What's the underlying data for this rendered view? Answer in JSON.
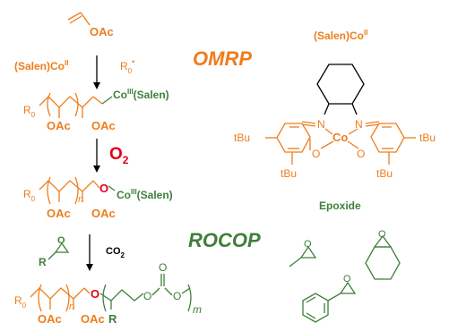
{
  "vinyl_acetate": {
    "label": "OAc"
  },
  "step1": {
    "catalyst": "(Salen)Co",
    "catalyst_ox": "II",
    "initiator": "R",
    "initiator_sub": "0",
    "initiator_sup": "•"
  },
  "omrp_label": "OMRP",
  "intermediate1": {
    "r0": "R",
    "r0_sub": "0",
    "oac_left": "OAc",
    "oac_right": "OAc",
    "co": "Co",
    "co_ox": "III",
    "co_ligand": "(Salen)"
  },
  "step2": {
    "reagent": "O",
    "reagent_sub": "2"
  },
  "intermediate2": {
    "r0": "R",
    "r0_sub": "0",
    "n": "n",
    "oac_left": "OAc",
    "oac_right": "OAc",
    "o": "O",
    "co": "Co",
    "co_ox": "III",
    "co_ligand": "(Salen)"
  },
  "step3": {
    "epoxide_r": "R",
    "epoxide_o": "O",
    "reagent": "CO",
    "reagent_sub": "2"
  },
  "rocop_label": "ROCOP",
  "product": {
    "r0": "R",
    "r0_sub": "0",
    "n": "n",
    "oac_left": "OAc",
    "oac_right": "OAc",
    "o_link": "O",
    "r": "R",
    "o1": "O",
    "o_carbonyl": "O",
    "o2": "O",
    "m": "m"
  },
  "salen_complex": {
    "title": "(Salen)Co",
    "title_ox": "II",
    "n_left": "N",
    "n_right": "N",
    "co": "Co",
    "o_left": "O",
    "o_right": "O",
    "tbu_1": "tBu",
    "tbu_2": "tBu",
    "tbu_3": "tBu",
    "tbu_4": "tBu"
  },
  "epoxide_section": {
    "title": "Epoxide",
    "o_propylene": "O",
    "o_cyclohexene": "O",
    "o_styrene": "O"
  }
}
